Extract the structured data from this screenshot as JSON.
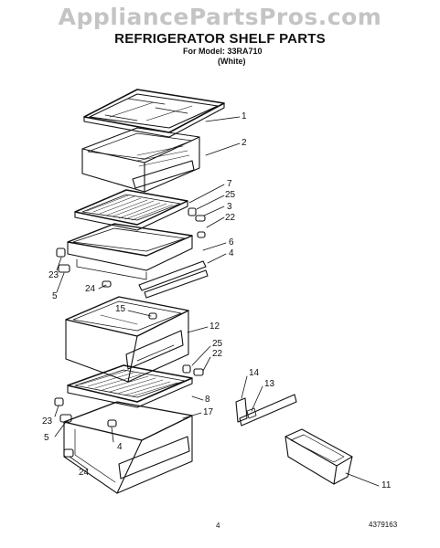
{
  "watermark": "AppliancePartsPros.com",
  "title": "REFRIGERATOR SHELF PARTS",
  "model_line": "For Model: 33RA710",
  "variant": "(White)",
  "callouts": {
    "c1": "1",
    "c2": "2",
    "c7": "7",
    "c25a": "25",
    "c3": "3",
    "c22a": "22",
    "c6": "6",
    "c4a": "4",
    "c23a": "23",
    "c5a": "5",
    "c24a": "24",
    "c15": "15",
    "c12": "12",
    "c25b": "25",
    "c22b": "22",
    "c14": "14",
    "c13": "13",
    "c8": "8",
    "c17": "17",
    "c23b": "23",
    "c5b": "5",
    "c4b": "4",
    "c24b": "24",
    "c11": "11"
  },
  "page_number": "4",
  "reference_number": "4379163"
}
